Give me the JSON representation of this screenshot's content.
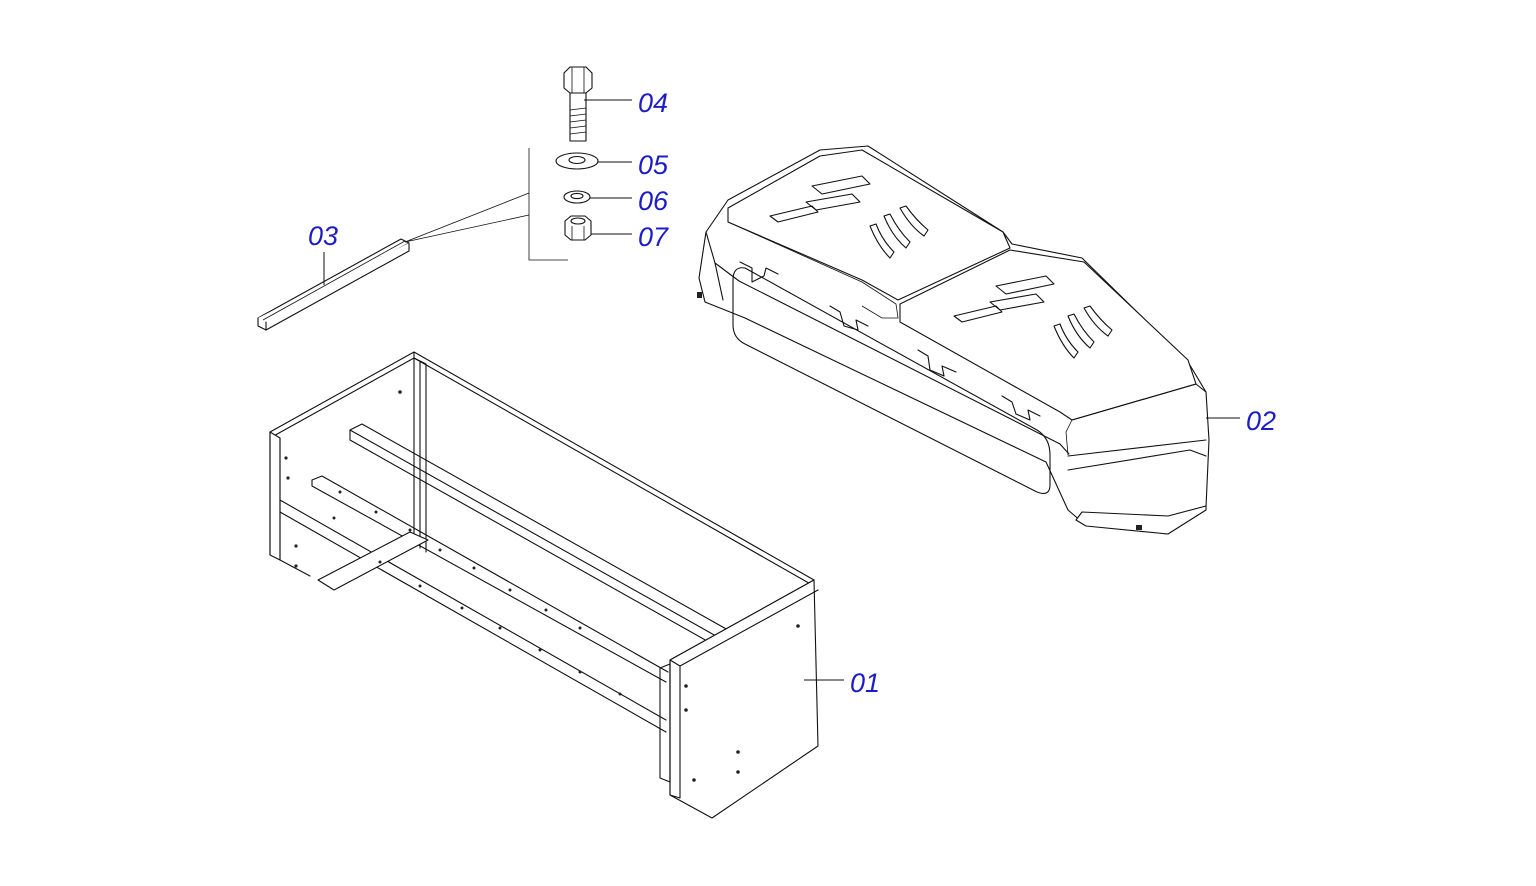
{
  "parts": [
    {
      "id": "frame",
      "label": "01",
      "icon": "frame-icon"
    },
    {
      "id": "hopper",
      "label": "02",
      "icon": "hopper-icon"
    },
    {
      "id": "rail",
      "label": "03",
      "icon": "rail-icon"
    },
    {
      "id": "bolt",
      "label": "04",
      "icon": "bolt-icon"
    },
    {
      "id": "flat-washer",
      "label": "05",
      "icon": "washer-icon"
    },
    {
      "id": "lock-washer",
      "label": "06",
      "icon": "lock-washer-icon"
    },
    {
      "id": "nut",
      "label": "07",
      "icon": "nut-icon"
    }
  ],
  "colors": {
    "label": "#1d1dc8",
    "line": "#111111",
    "background": "#ffffff"
  }
}
